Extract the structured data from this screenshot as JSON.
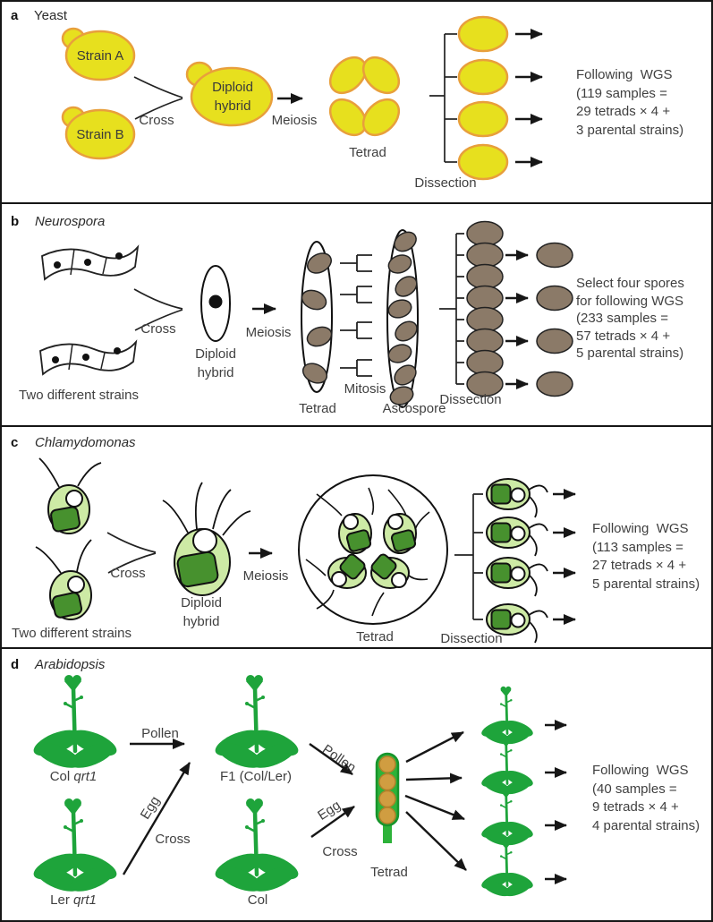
{
  "figure": {
    "description_panels": 4
  },
  "colors": {
    "yeast_fill": "#e7e01e",
    "yeast_stroke": "#e89f3c",
    "spore_brown": "#8b7a68",
    "chlamy_body": "#cdeaa5",
    "chlamy_chloroplast": "#47912e",
    "plant_green": "#1ea43b",
    "pod_green": "#2db239",
    "pod_seed": "#d09d41",
    "text": "#404040",
    "line": "#1c1c1c"
  },
  "panel_a": {
    "letter": "a",
    "title": "Yeast",
    "strain_a": "Strain A",
    "strain_b": "Strain B",
    "cross": "Cross",
    "diploid": "Diploid\nhybrid",
    "meiosis": "Meiosis",
    "tetrad": "Tetrad",
    "dissection": "Dissection",
    "wgs": "Following  WGS\n(119 samples =\n29 tetrads × 4 +\n3 parental strains)"
  },
  "panel_b": {
    "letter": "b",
    "title": "Neurospora",
    "strains": "Two different strains",
    "cross": "Cross",
    "diploid": "Diploid\nhybrid",
    "meiosis": "Meiosis",
    "tetrad": "Tetrad",
    "mitosis": "Mitosis",
    "ascospore": "Ascospore",
    "dissection": "Dissection",
    "wgs": "Select four spores\nfor following WGS\n(233 samples =\n57 tetrads × 4 +\n5 parental strains)"
  },
  "panel_c": {
    "letter": "c",
    "title": "Chlamydomonas",
    "strains": "Two different strains",
    "cross": "Cross",
    "diploid": "Diploid\nhybrid",
    "meiosis": "Meiosis",
    "tetrad": "Tetrad",
    "dissection": "Dissection",
    "wgs": "Following  WGS\n(113 samples =\n27 tetrads × 4 +\n5 parental strains)"
  },
  "panel_d": {
    "letter": "d",
    "title": "Arabidopsis",
    "col_qrt1_prefix": "Col ",
    "col_qrt1_gene": "qrt1",
    "ler_qrt1_prefix": "Ler ",
    "ler_qrt1_gene": "qrt1",
    "f1": "F1 (Col/Ler)",
    "col": "Col",
    "pollen1": "Pollen",
    "egg1": "Egg",
    "cross1": "Cross",
    "pollen2": "Pollen",
    "egg2": "Egg",
    "cross2": "Cross",
    "tetrad": "Tetrad",
    "wgs": "Following  WGS\n(40 samples =\n9 tetrads × 4 +\n4 parental strains)"
  }
}
